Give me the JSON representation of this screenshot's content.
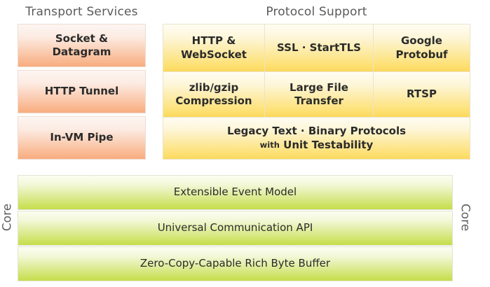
{
  "diagram": {
    "title_left": "Transport Services",
    "title_right": "Protocol Support",
    "core_label_left": "Core",
    "core_label_right": "Core",
    "colors": {
      "transport_fill": "#f8ac7e",
      "protocol_fill": "#fcd95c",
      "core_fill": "#c5dd4d",
      "text": "#2b2b2b",
      "header_text": "#5a5a5a",
      "background": "#ffffff"
    }
  },
  "transport_services": {
    "heading": "Transport Services",
    "items": [
      {
        "line1": "Socket &",
        "line2": "Datagram"
      },
      {
        "line1": "HTTP Tunnel",
        "line2": ""
      },
      {
        "line1": "In-VM Pipe",
        "line2": ""
      }
    ]
  },
  "protocol_support": {
    "heading": "Protocol Support",
    "rows": [
      {
        "cells": [
          {
            "line1": "HTTP &",
            "line2": "WebSocket"
          },
          {
            "line1": "SSL · StartTLS",
            "line2": ""
          },
          {
            "line1": "Google",
            "line2": "Protobuf"
          }
        ]
      },
      {
        "cells": [
          {
            "line1": "zlib/gzip",
            "line2": "Compression"
          },
          {
            "line1": "Large File",
            "line2": "Transfer"
          },
          {
            "line1": "RTSP",
            "line2": ""
          }
        ]
      },
      {
        "cells": [
          {
            "line1": "Legacy Text · Binary Protocols",
            "line2_small": "with",
            "line2": "Unit Testability"
          }
        ]
      }
    ]
  },
  "core": {
    "label": "Core",
    "bars": [
      {
        "text": "Extensible Event Model"
      },
      {
        "text": "Universal Communication API"
      },
      {
        "text": "Zero-Copy-Capable Rich Byte Buffer"
      }
    ]
  }
}
